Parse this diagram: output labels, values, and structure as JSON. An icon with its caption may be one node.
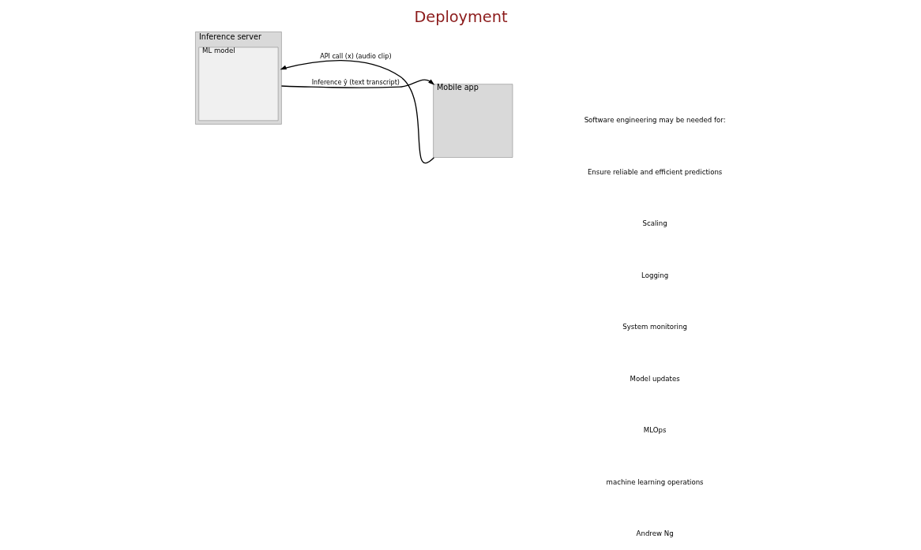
{
  "diagram": {
    "title": "Deployment",
    "nodes": [
      {
        "text": [
          "Inference server"
        ]
      },
      {
        "text": [
          "ML model"
        ],
        "in": 0
      },
      {
        "text": [
          "Mobile app"
        ]
      }
    ],
    "edges": [
      {
        "from": 2,
        "to": 0,
        "arrow": "to",
        "label": "API call (x) (audio clip)"
      },
      {
        "from": 0,
        "to": 2,
        "arrow": "to",
        "label": "Inference ŷ (text transcript)"
      }
    ],
    "labels": [
      "Software engineering may be needed for:",
      "Ensure reliable and efficient predictions",
      "Scaling",
      "Logging",
      "System monitoring",
      "Model updates",
      "MLOps",
      "machine learning operations",
      "Andrew Ng"
    ]
  }
}
